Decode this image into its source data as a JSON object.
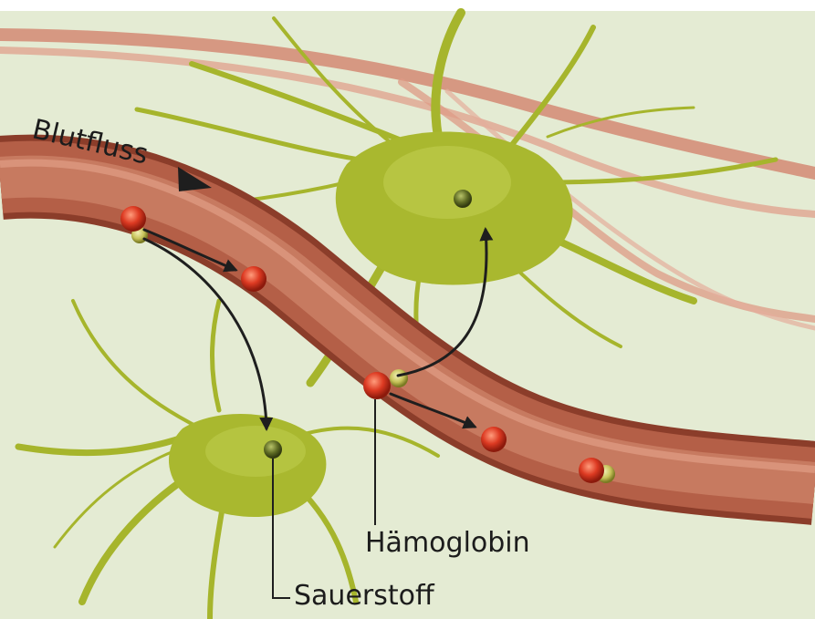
{
  "labels": {
    "blood_flow": "Blutfluss",
    "hemoglobin": "Hämoglobin",
    "oxygen": "Sauerstoff"
  },
  "colors": {
    "background": "#e6ecd6",
    "vessel": "#b8624a",
    "vessel_wall": "#8e3f2c",
    "neuron": "#a7b82e",
    "red_blood_cell": "#d8321f",
    "hemoglobin_ring": "#c9c46a",
    "oxygen_molecule": "#5e6a22",
    "arrow": "#1e1e1e"
  },
  "icons": {
    "flow_direction": "triangle-arrow-icon",
    "cells": "red-blood-cell-icon",
    "oxygen": "oxygen-dot-icon"
  }
}
